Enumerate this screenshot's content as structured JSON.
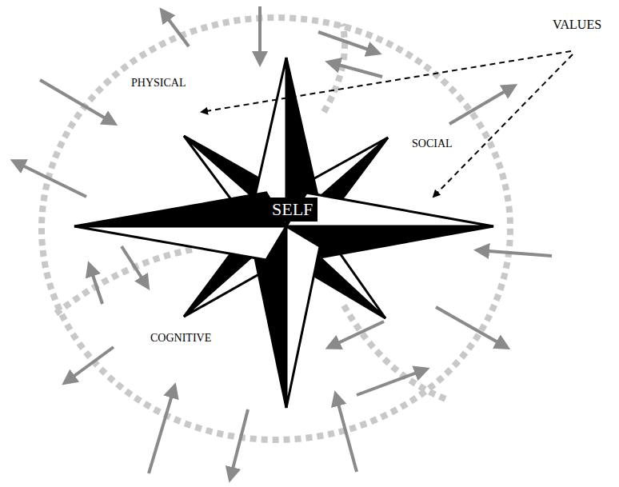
{
  "diagram": {
    "nodes": [
      {
        "text": [
          "SELF"
        ]
      }
    ],
    "labels": [
      "PHYSICAL",
      "SOCIAL",
      "COGNITIVE",
      "VALUES"
    ]
  }
}
